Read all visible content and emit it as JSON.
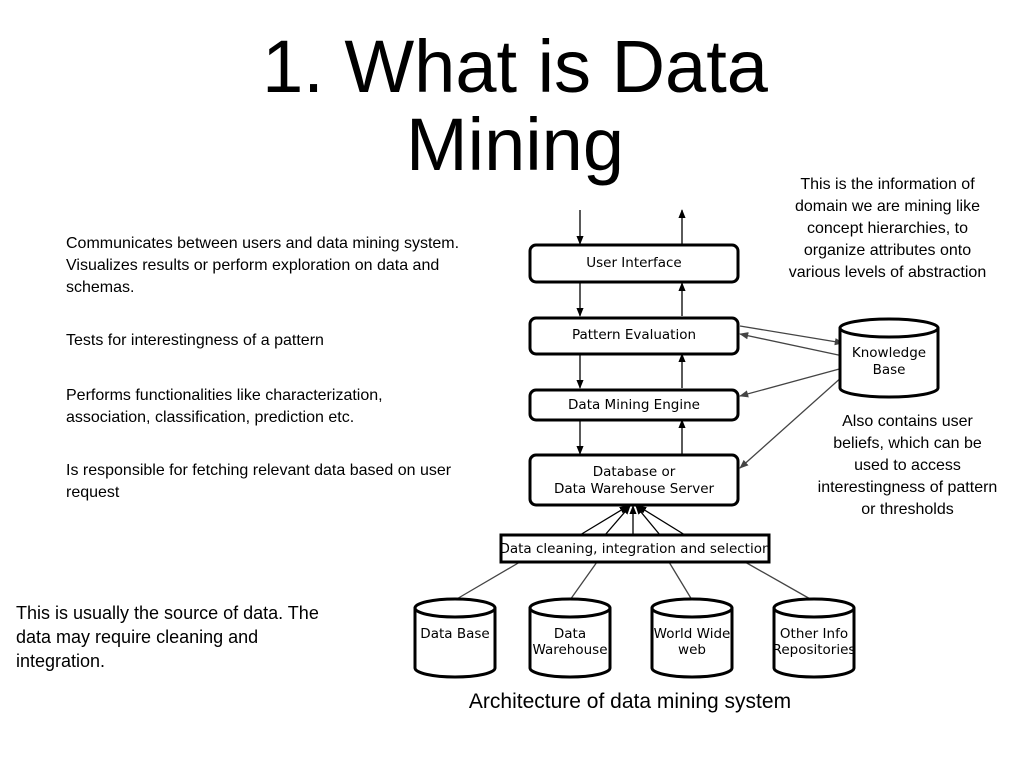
{
  "title": "1. What is Data Mining",
  "notes": {
    "user_interface": "Communicates between users and data mining system. Visualizes results or perform exploration on data and schemas.",
    "pattern_evaluation": "Tests for interestingness of a pattern",
    "mining_engine": "Performs functionalities like characterization, association, classification, prediction etc.",
    "database_server": "Is responsible for fetching relevant data based on user request",
    "sources": "This is usually the source of data. The data may require cleaning and integration.",
    "knowledge_base_info": "This is the information of domain we are mining like concept hierarchies, to organize attributes onto various levels of abstraction",
    "knowledge_base_beliefs": "Also contains user beliefs, which can be used to access interestingness of pattern or thresholds"
  },
  "diagram": {
    "user_interface": "User Interface",
    "pattern_evaluation": "Pattern Evaluation",
    "data_mining_engine": "Data Mining Engine",
    "database_server": [
      "Database or",
      "Data Warehouse Server"
    ],
    "cleaning": "Data cleaning, integration and selection",
    "knowledge_base": [
      "Knowledge",
      "Base"
    ],
    "sources": {
      "database": [
        "Data Base"
      ],
      "data_warehouse": [
        "Data",
        "Warehouse"
      ],
      "www": [
        "World Wide",
        "web"
      ],
      "other": [
        "Other Info",
        "Repositories"
      ]
    }
  },
  "caption": "Architecture of data mining system"
}
